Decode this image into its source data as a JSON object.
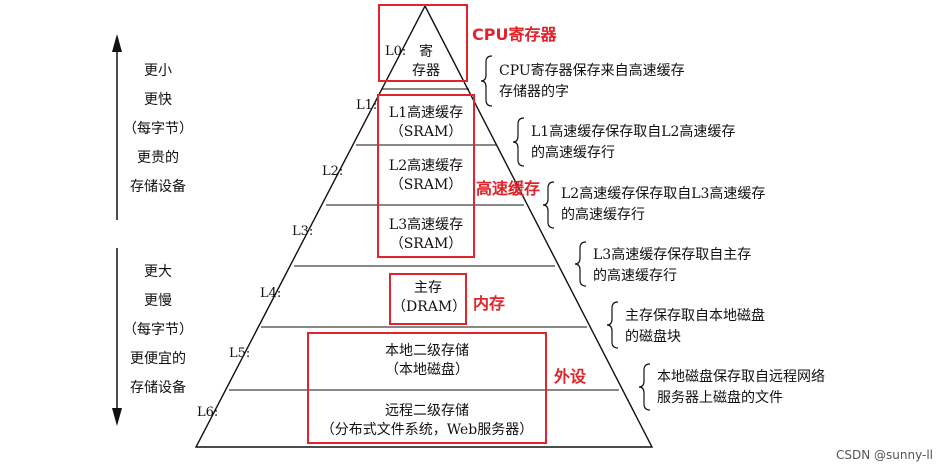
{
  "side_top": {
    "lines": [
      "更小",
      "更快",
      "（每字节）",
      "更贵的",
      "存储设备"
    ]
  },
  "side_bottom": {
    "lines": [
      "更大",
      "更慢",
      "（每字节）",
      "更便宜的",
      "存储设备"
    ]
  },
  "levels": [
    {
      "tag": "L0:",
      "lines": [
        "寄",
        "存器"
      ]
    },
    {
      "tag": "L1:",
      "lines": [
        "L1高速缓存",
        "（SRAM）"
      ]
    },
    {
      "tag": "L2:",
      "lines": [
        "L2高速缓存",
        "（SRAM）"
      ]
    },
    {
      "tag": "L3:",
      "lines": [
        "L3高速缓存",
        "（SRAM）"
      ]
    },
    {
      "tag": "L4:",
      "lines": [
        "主存",
        "（DRAM）"
      ]
    },
    {
      "tag": "L5:",
      "lines": [
        "本地二级存储",
        "（本地磁盘）"
      ]
    },
    {
      "tag": "L6:",
      "lines": [
        "远程二级存储",
        "（分布式文件系统，Web服务器）"
      ]
    }
  ],
  "annotations": {
    "cpu": "CPU寄存器",
    "cache": "高速缓存",
    "memory": "内存",
    "external": "外设"
  },
  "descriptions": [
    [
      "CPU寄存器保存来自高速缓存",
      "存储器的字"
    ],
    [
      "L1高速缓存保存取自L2高速缓存",
      "的高速缓存行"
    ],
    [
      "L2高速缓存保存取自L3高速缓存",
      "的高速缓存行"
    ],
    [
      "L3高速缓存保存取自主存",
      "的高速缓存行"
    ],
    [
      "主存保存取自本地磁盘",
      "的磁盘块"
    ],
    [
      "本地磁盘保存取自远程网络",
      "服务器上磁盘的文件"
    ]
  ],
  "watermark": "CSDN @sunny-ll",
  "colors": {
    "annotation_red": "#e0242b",
    "line": "#111111"
  }
}
